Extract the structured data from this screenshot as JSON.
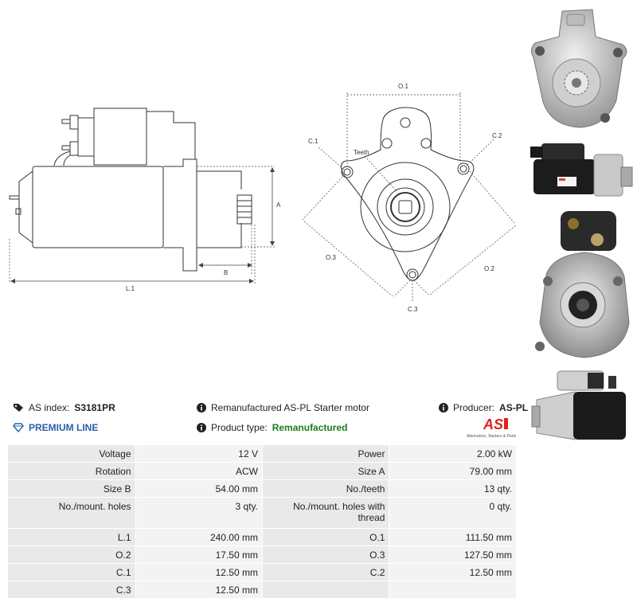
{
  "drawing": {
    "side_labels": {
      "a": "A",
      "b": "B",
      "l1": "L.1"
    },
    "front_labels": {
      "o1": "O.1",
      "o2": "O.2",
      "o3": "O.3",
      "c1": "C.1",
      "c2": "C.2",
      "c3": "C.3",
      "teeth": "Teeth"
    }
  },
  "header": {
    "as_index_label": "AS index:",
    "as_index_value": "S3181PR",
    "description": "Remanufactured AS-PL Starter motor",
    "producer_label": "Producer:",
    "producer_value": "AS-PL",
    "premium_line": "PREMIUM LINE",
    "product_type_label": "Product type:",
    "product_type_value": "Remanufactured",
    "logo_text": "AS",
    "logo_caption": "Alternators, Starters & Parts"
  },
  "specs": [
    {
      "l1": "Voltage",
      "v1": "12 V",
      "l2": "Power",
      "v2": "2.00 kW"
    },
    {
      "l1": "Rotation",
      "v1": "ACW",
      "l2": "Size A",
      "v2": "79.00 mm"
    },
    {
      "l1": "Size B",
      "v1": "54.00 mm",
      "l2": "No./teeth",
      "v2": "13 qty."
    },
    {
      "l1": "No./mount. holes",
      "v1": "3 qty.",
      "l2": "No./mount. holes with thread",
      "v2": "0 qty."
    },
    {
      "l1": "L.1",
      "v1": "240.00 mm",
      "l2": "O.1",
      "v2": "111.50 mm"
    },
    {
      "l1": "O.2",
      "v1": "17.50 mm",
      "l2": "O.3",
      "v2": "127.50 mm"
    },
    {
      "l1": "C.1",
      "v1": "12.50 mm",
      "l2": "C.2",
      "v2": "12.50 mm"
    },
    {
      "l1": "C.3",
      "v1": "12.50 mm",
      "l2": "",
      "v2": ""
    }
  ],
  "colors": {
    "accent": "#2a5fa8",
    "type_green": "#1d7a1d",
    "logo_red": "#e0211c"
  }
}
